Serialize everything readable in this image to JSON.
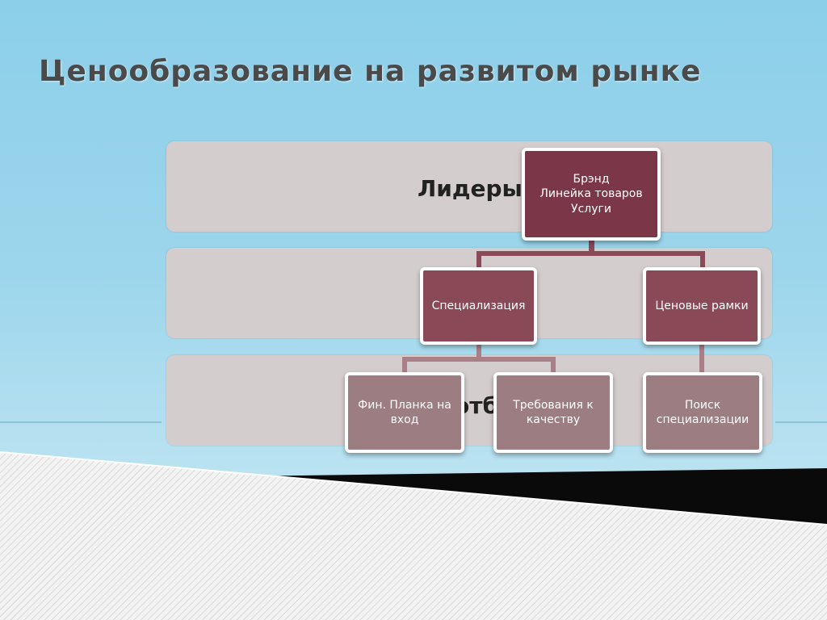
{
  "title": "Ценообразование на развитом рынке",
  "bands": [
    {
      "label": "Лидеры"
    },
    {
      "label": ""
    },
    {
      "label": "отб"
    }
  ],
  "nodes": {
    "root": [
      "Брэнд",
      "Линейка товаров",
      "Услуги"
    ],
    "specialization": "Специализация",
    "price_range": "Ценовые рамки",
    "entry_bar": "Фин. Планка на вход",
    "quality_req": "Требования к качеству",
    "search_spec": "Поиск специализации"
  },
  "colors": {
    "root": "#7b3747",
    "level2": "#8a4956",
    "level3": "#9b7d82",
    "band": "#d4cdcd",
    "background": "#9dd6ec"
  }
}
